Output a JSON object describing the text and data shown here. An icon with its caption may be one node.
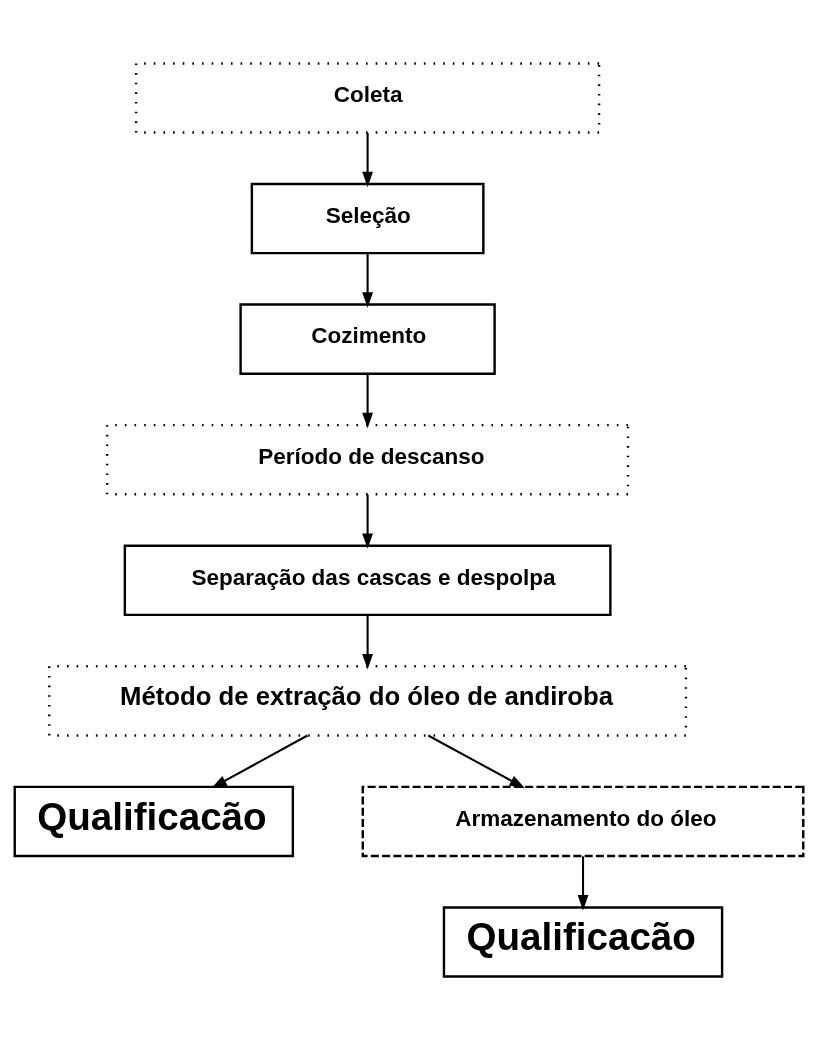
{
  "diagram": {
    "nodes": [
      {
        "text": [
          "Coleta"
        ]
      },
      {
        "text": [
          "Seleção"
        ]
      },
      {
        "text": [
          "Cozimento"
        ]
      },
      {
        "text": [
          "Período de descanso"
        ]
      },
      {
        "text": [
          "Separação das cascas e despolpa"
        ]
      },
      {
        "text": [
          "Método de extração do óleo de andiroba"
        ]
      },
      {
        "text": [
          "Qualificacão"
        ]
      },
      {
        "text": [
          "Armazenamento do óleo"
        ]
      },
      {
        "text": [
          "Qualificacão"
        ]
      }
    ],
    "edges": [
      {
        "from": 0,
        "to": 1,
        "arrow": "to"
      },
      {
        "from": 1,
        "to": 2,
        "arrow": "to"
      },
      {
        "from": 2,
        "to": 3,
        "arrow": "to"
      },
      {
        "from": 3,
        "to": 4,
        "arrow": "to"
      },
      {
        "from": 4,
        "to": 5,
        "arrow": "to"
      },
      {
        "from": 5,
        "to": 6,
        "arrow": "to"
      },
      {
        "from": 5,
        "to": 7,
        "arrow": "to"
      },
      {
        "from": 7,
        "to": 8,
        "arrow": "to"
      }
    ]
  }
}
